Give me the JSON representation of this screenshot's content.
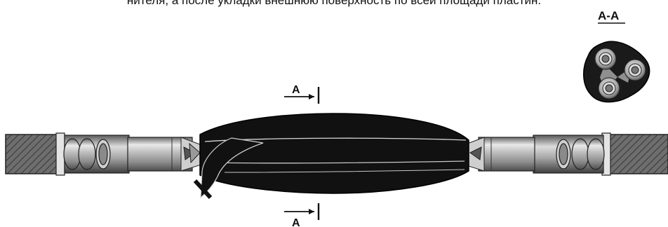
{
  "header": {
    "text": "нителя, а после укладки  внешнюю поверхность по всей площади пластин."
  },
  "section": {
    "title": "А-А",
    "upper_marker": "А",
    "lower_marker": "А"
  },
  "colors": {
    "outline": "#1a1a1a",
    "sleeve_fill": "#111111",
    "cable_hatch": "#555555",
    "metal": "#b8b8b8"
  }
}
